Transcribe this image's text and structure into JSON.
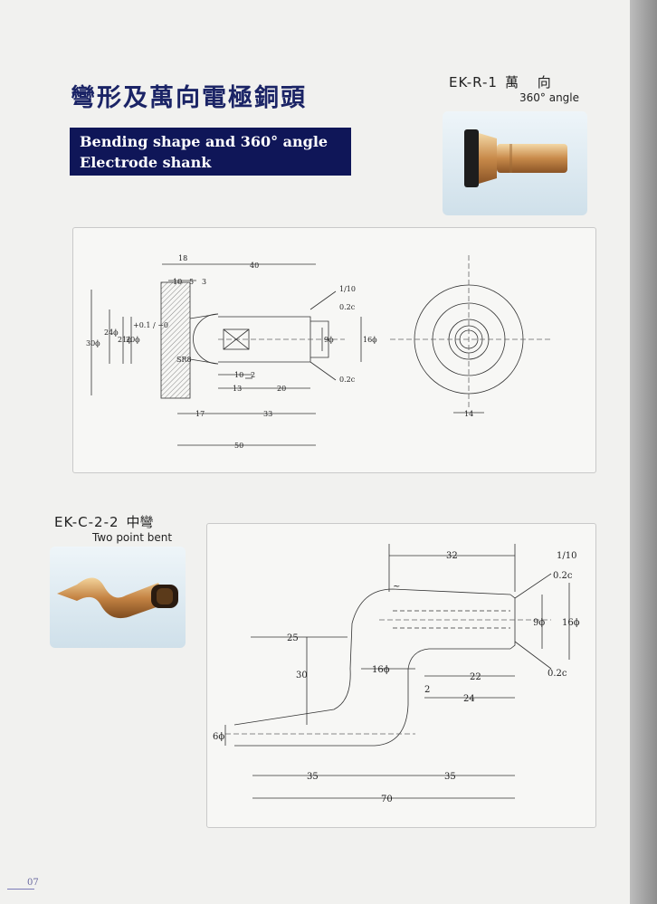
{
  "title_cn": "彎形及萬向電極銅頭",
  "title_en_line1": "Bending shape and 360° angle",
  "title_en_line2": "Electrode shank",
  "model1": {
    "code": "EK-R-1",
    "name_cn": "萬 向",
    "subtitle": "360° angle"
  },
  "model2": {
    "code": "EK-C-2-2",
    "name_cn": "中彎",
    "subtitle": "Two point bent"
  },
  "drawing1": {
    "dims": {
      "d18": "18",
      "d10": "10",
      "d5": "5",
      "d3": "3",
      "d40": "40",
      "taper": "1/10",
      "r1": "0.2c",
      "r2": "0.2c",
      "d30": "30ϕ",
      "d24": "24ϕ",
      "d21": "21ϕ",
      "d20": "20ϕ",
      "d20tol": "+0.1 / −0",
      "r_sph": "SR8",
      "d9": "9ϕ",
      "d16": "16ϕ",
      "d10b": "10",
      "d2": "2",
      "d13": "13",
      "d20b": "20",
      "d17": "17",
      "d33": "33",
      "d50": "50",
      "d14": "14"
    }
  },
  "drawing2": {
    "dims": {
      "d32": "32",
      "taper": "1/10",
      "r1": "0.2c",
      "tilde": "~",
      "d9": "9ϕ",
      "d16": "16ϕ",
      "d25": "25",
      "d30": "30",
      "d16b": "16ϕ",
      "d22": "22",
      "d2": "2",
      "d24": "24",
      "r2": "0.2c",
      "d6": "6ϕ",
      "d35a": "35",
      "d35b": "35",
      "d70": "70"
    }
  },
  "page_number": "07"
}
